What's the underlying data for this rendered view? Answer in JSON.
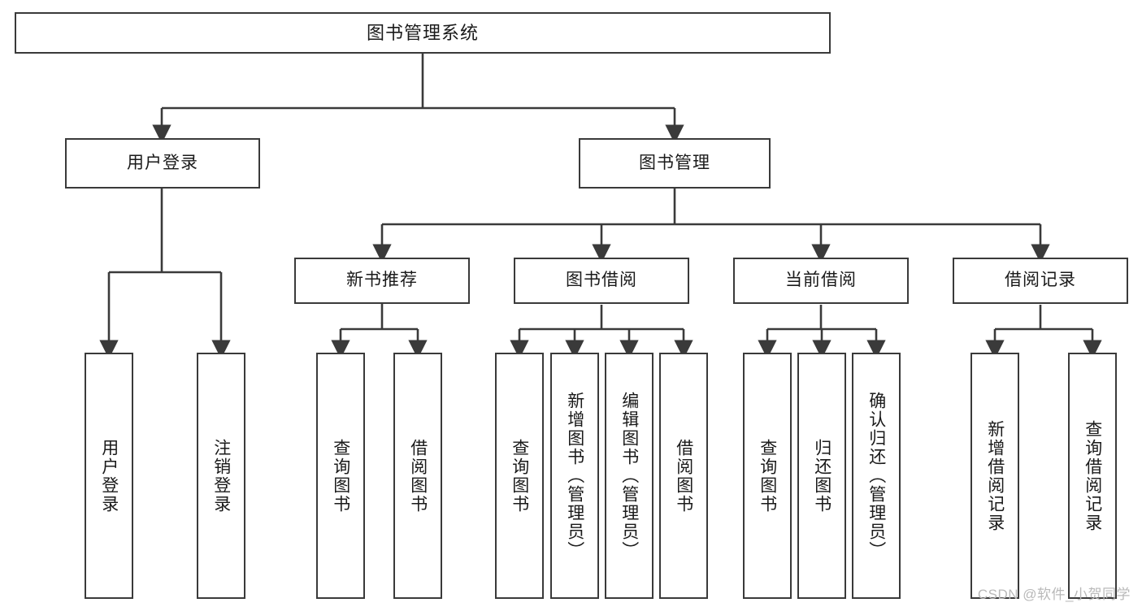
{
  "diagram": {
    "title": "图书管理系统",
    "type": "tree-hierarchy-diagram",
    "watermark": "CSDN @软件_小贺同学",
    "colors": {
      "stroke": "#3a3a3a",
      "fill": "#ffffff",
      "text": "#1a1a1a",
      "watermark": "#b9b9b9"
    },
    "levels": {
      "root": {
        "label": "图书管理系统"
      },
      "level1": [
        {
          "id": "user-login",
          "label": "用户登录"
        },
        {
          "id": "book-management",
          "label": "图书管理"
        }
      ],
      "level2": [
        {
          "id": "new-book-recommend",
          "label": "新书推荐",
          "parent": "book-management"
        },
        {
          "id": "book-borrow",
          "label": "图书借阅",
          "parent": "book-management"
        },
        {
          "id": "current-borrow",
          "label": "当前借阅",
          "parent": "book-management"
        },
        {
          "id": "borrow-record",
          "label": "借阅记录",
          "parent": "book-management"
        }
      ],
      "leaves": [
        {
          "id": "leaf-user-login",
          "label": "用户登录",
          "parent": "user-login"
        },
        {
          "id": "leaf-logout",
          "label": "注销登录",
          "parent": "user-login"
        },
        {
          "id": "leaf-query-book-1",
          "label": "查询图书",
          "parent": "new-book-recommend"
        },
        {
          "id": "leaf-borrow-book-1",
          "label": "借阅图书",
          "parent": "new-book-recommend"
        },
        {
          "id": "leaf-query-book-2",
          "label": "查询图书",
          "parent": "book-borrow"
        },
        {
          "id": "leaf-add-book",
          "label": "新增图书（管理员）",
          "parent": "book-borrow"
        },
        {
          "id": "leaf-edit-book",
          "label": "编辑图书（管理员）",
          "parent": "book-borrow"
        },
        {
          "id": "leaf-borrow-book-2",
          "label": "借阅图书",
          "parent": "book-borrow"
        },
        {
          "id": "leaf-query-book-3",
          "label": "查询图书",
          "parent": "current-borrow"
        },
        {
          "id": "leaf-return-book",
          "label": "归还图书",
          "parent": "current-borrow"
        },
        {
          "id": "leaf-confirm-return",
          "label": "确认归还（管理员）",
          "parent": "current-borrow"
        },
        {
          "id": "leaf-add-record",
          "label": "新增借阅记录",
          "parent": "borrow-record"
        },
        {
          "id": "leaf-query-record",
          "label": "查询借阅记录",
          "parent": "borrow-record"
        }
      ]
    }
  }
}
